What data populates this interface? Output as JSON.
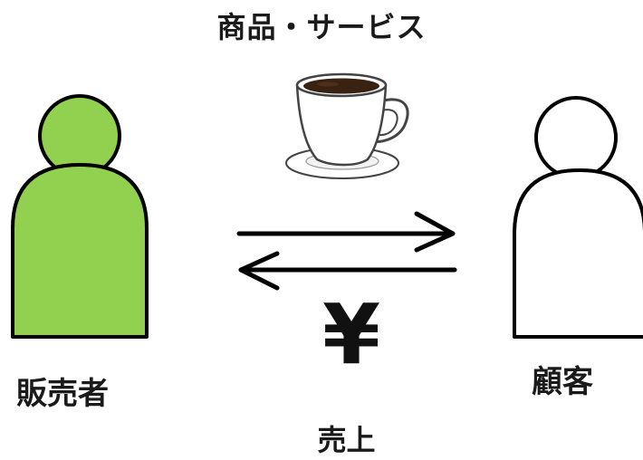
{
  "labels": {
    "goods_services": "商品・サービス",
    "seller": "販売者",
    "customer": "顧客",
    "currency_symbol": "¥",
    "sales": "売上"
  },
  "colors": {
    "seller_fill": "#92d050",
    "customer_fill": "#ffffff",
    "outline": "#000000",
    "coffee": "#3a2213"
  },
  "icons": {
    "seller": "person-icon",
    "customer": "person-icon",
    "goods": "coffee-cup-icon",
    "to_customer": "arrow-right-icon",
    "to_seller": "arrow-left-icon"
  }
}
